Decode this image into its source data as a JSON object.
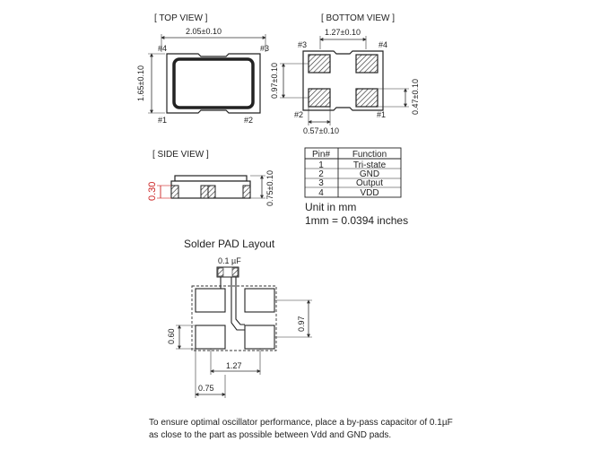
{
  "top_view": {
    "title": "[ TOP VIEW ]",
    "dim_width": "2.05±0.10",
    "dim_height": "1.65±0.10",
    "pin_labels": [
      "#4",
      "#3",
      "#1",
      "#2"
    ]
  },
  "bottom_view": {
    "title": "[ BOTTOM  VIEW ]",
    "dim_pitch_x": "1.27±0.10",
    "dim_pitch_y": "0.97±0.10",
    "dim_pad_h": "0.47±0.10",
    "dim_pad_w": "0.57±0.10",
    "pin_labels": [
      "#3",
      "#4",
      "#2",
      "#1"
    ]
  },
  "side_view": {
    "title": "[ SIDE VIEW ]",
    "dim_pad_thickness": "0.30",
    "dim_height": "0.75±0.10"
  },
  "pin_table": {
    "headers": [
      "Pin#",
      "Function"
    ],
    "rows": [
      [
        "1",
        "Tri-state"
      ],
      [
        "2",
        "GND"
      ],
      [
        "3",
        "Output"
      ],
      [
        "4",
        "VDD"
      ]
    ]
  },
  "units": {
    "unit_line": "Unit in mm",
    "conversion_line": "1mm = 0.0394 inches"
  },
  "solder_pad": {
    "title": "Solder PAD Layout",
    "capacitor_label": "0.1 µF",
    "dim_pitch_y": "0.97",
    "dim_pad_h": "0.60",
    "dim_pitch_x": "1.27",
    "dim_pad_w": "0.75"
  },
  "note": {
    "line1": "To ensure optimal oscillator performance, place a by-pass capacitor of 0.1µF",
    "line2": "as close to the part as possible between Vdd and GND pads."
  }
}
